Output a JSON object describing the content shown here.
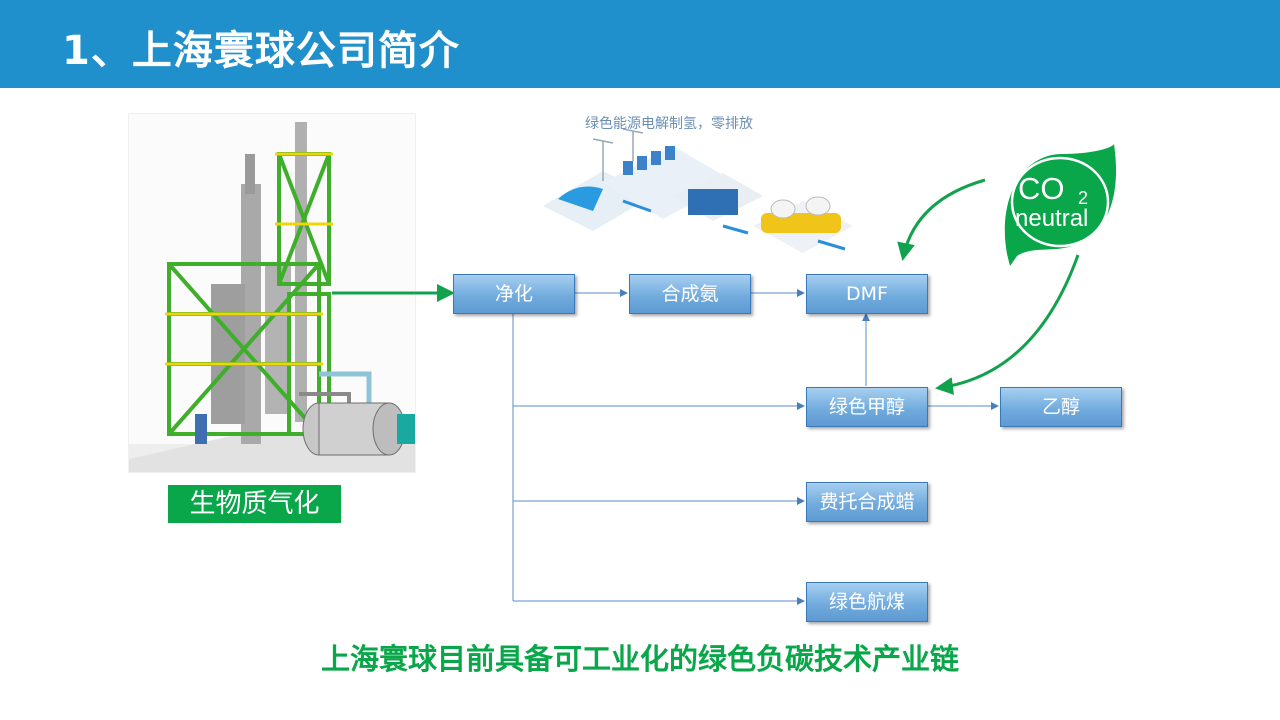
{
  "header": {
    "title": "1、上海寰球公司简介"
  },
  "plant": {
    "caption": "生物质气化"
  },
  "green_energy": {
    "caption": "绿色能源电解制氢，零排放"
  },
  "co2_badge": {
    "co2": "CO",
    "sub": "2",
    "neutral": "neutral"
  },
  "nodes": {
    "purify": "净化",
    "ammonia": "合成氨",
    "dmf": "DMF",
    "methanol": "绿色甲醇",
    "ethanol": "乙醇",
    "ft_wax": "费托合成蜡",
    "jet_fuel": "绿色航煤"
  },
  "slogan": "上海寰球目前具备可工业化的绿色负碳技术产业链",
  "colors": {
    "header": "#2090cc",
    "green": "#0aa64a",
    "box": "#72acde",
    "connector": "#5a8fc8"
  }
}
